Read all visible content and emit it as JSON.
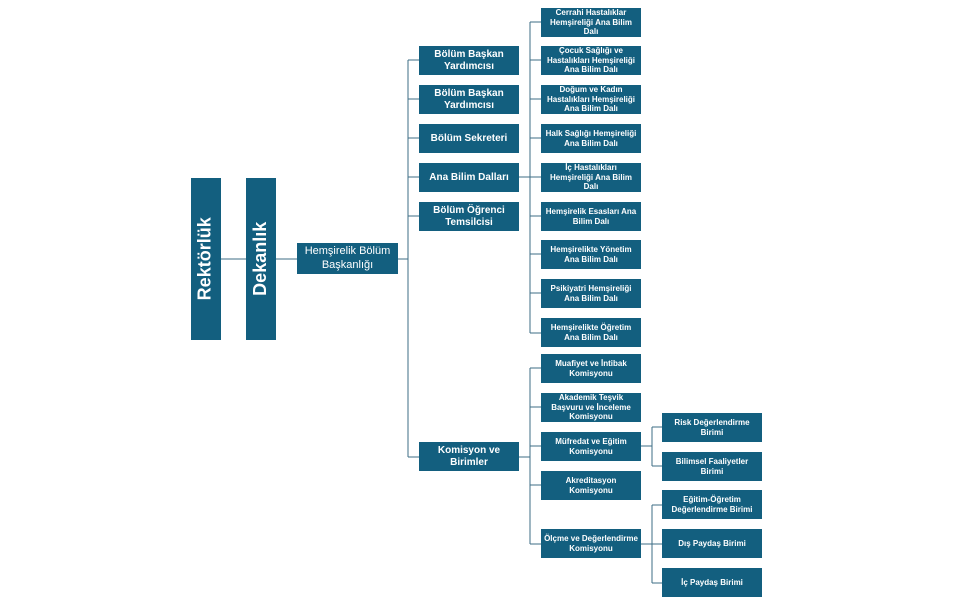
{
  "org": {
    "rektorluk": "Rektörlük",
    "dekanlik": "Dekanlık",
    "baskanlik": "Hemşirelik Bölüm Başkanlığı",
    "units": [
      "Bölüm Başkan Yardımcısı",
      "Bölüm Başkan Yardımcısı",
      "Bölüm Sekreteri",
      "Ana Bilim Dalları",
      "Bölüm Öğrenci Temsilcisi",
      "Komisyon ve Birimler"
    ],
    "ana_bilim_dallari": [
      "Cerrahi Hastalıklar Hemşireliği Ana Bilim Dalı",
      "Çocuk Sağlığı ve Hastalıkları Hemşireliği Ana Bilim Dalı",
      "Doğum ve Kadın Hastalıkları Hemşireliği Ana Bilim Dalı",
      "Halk Sağlığı Hemşireliği Ana Bilim Dalı",
      "İç Hastalıkları Hemşireliği Ana Bilim Dalı",
      "Hemşirelik Esasları Ana Bilim Dalı",
      "Hemşirelikte Yönetim Ana Bilim Dalı",
      "Psikiyatri Hemşireliği Ana Bilim Dalı",
      "Hemşirelikte Öğretim Ana Bilim Dalı"
    ],
    "komisyonlar": [
      "Muafiyet ve İntibak Komisyonu",
      "Akademik Teşvik Başvuru ve İnceleme Komisyonu",
      "Müfredat ve Eğitim Komisyonu",
      "Akreditasyon Komisyonu",
      "Ölçme ve Değerlendirme Komisyonu"
    ],
    "mufredat_birimleri": [
      "Risk Değerlendirme Birimi",
      "Bilimsel Faaliyetler Birimi"
    ],
    "olcme_birimleri": [
      "Eğitim-Öğretim Değerlendirme Birimi",
      "Dış Paydaş Birimi",
      "İç Paydaş Birimi"
    ]
  }
}
